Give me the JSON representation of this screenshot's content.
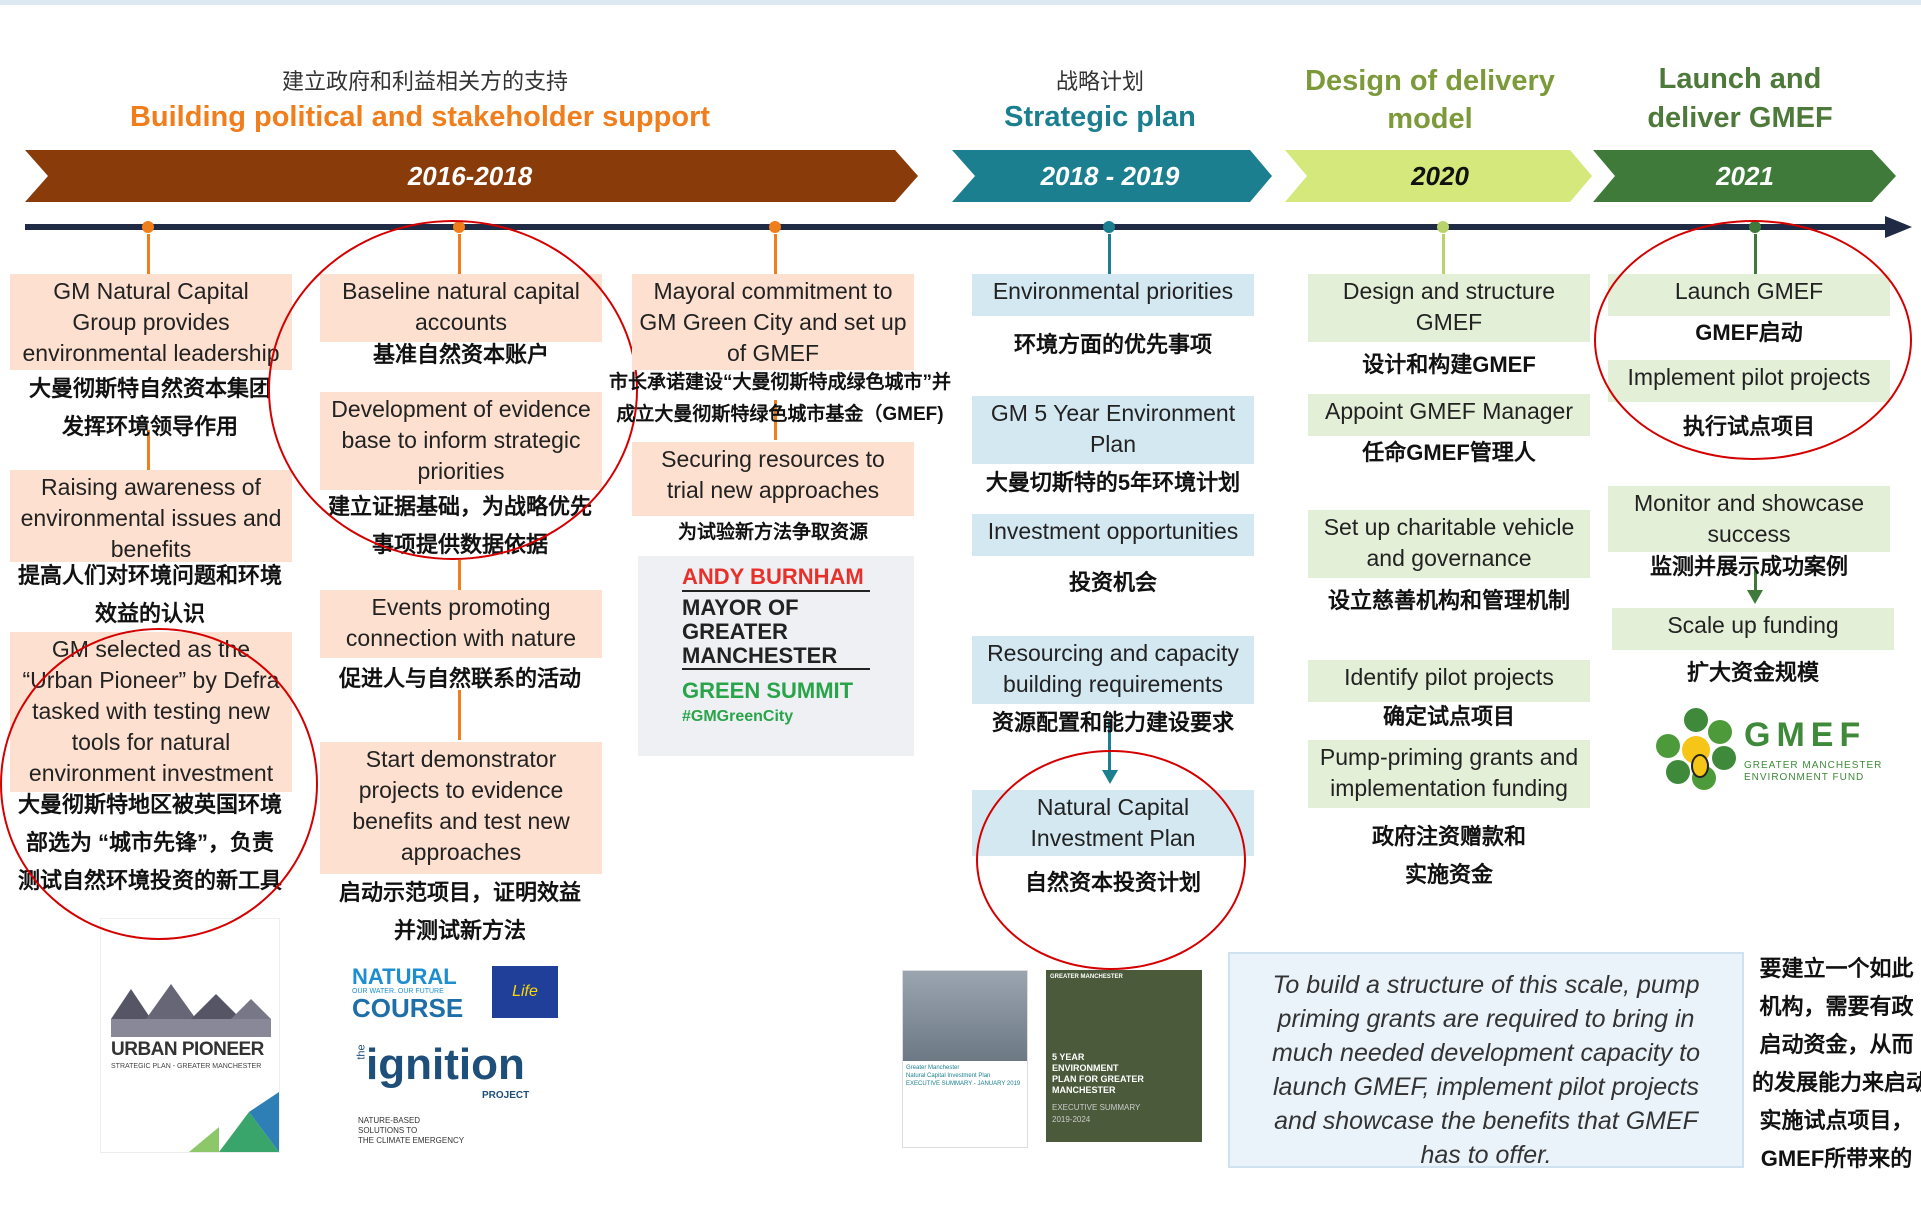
{
  "phases": [
    {
      "cn": "建立政府和利益相关方的支持",
      "en": "Building political and stakeholder support",
      "years": "2016-2018",
      "color": "#f07e1c"
    },
    {
      "cn": "战略计划",
      "en": "Strategic plan",
      "years": "2018 - 2019",
      "color": "#1b7f8f"
    },
    {
      "cn": "",
      "en_line1": "Design of delivery",
      "en_line2": "model",
      "years": "2020",
      "color": "#7d9a3a"
    },
    {
      "cn": "",
      "en_line1": "Launch and",
      "en_line2": "deliver GMEF",
      "years": "2021",
      "color": "#4d7a3a"
    }
  ],
  "col1": {
    "b1": {
      "en1": "GM Natural Capital",
      "en2": "Group provides",
      "en3": "environmental leadership",
      "cn1": "大曼彻斯特自然资本集团",
      "cn2": "发挥环境领导作用"
    },
    "b2": {
      "en1": "Raising awareness of",
      "en2": "environmental issues and",
      "en3": "benefits",
      "cn1": "提高人们对环境问题和环境",
      "cn2": "效益的认识"
    },
    "b3": {
      "en1": "GM selected as the",
      "en2": "“Urban Pioneer” by Defra",
      "en3": "tasked with testing new",
      "en4": "tools for natural",
      "en5": "environment investment",
      "cn1": "大曼彻斯特地区被英国环境",
      "cn2": "部选为 “城市先锋”，负责",
      "cn3": "测试自然环境投资的新工具"
    },
    "logo": {
      "title": "URBAN PIONEER",
      "subtitle": "STRATEGIC PLAN - GREATER MANCHESTER"
    }
  },
  "col2": {
    "b1": {
      "en1": "Baseline natural capital",
      "en2": "accounts",
      "cn1": "基准自然资本账户"
    },
    "b2": {
      "en1": "Development of evidence",
      "en2": "base to inform strategic",
      "en3": "priorities",
      "cn1": "建立证据基础，为战略优先",
      "cn2": "事项提供数据依据"
    },
    "b3": {
      "en1": "Events promoting",
      "en2": "connection with nature",
      "cn1": "促进人与自然联系的活动"
    },
    "b4": {
      "en1": "Start demonstrator",
      "en2": "projects to evidence",
      "en3": "benefits and test new",
      "en4": "approaches",
      "cn1": "启动示范项目，证明效益",
      "cn2": "并测试新方法"
    },
    "logo1": {
      "line1": "NATURAL",
      "line2": "OUR WATER. OUR FUTURE",
      "line3": "COURSE",
      "eu": "Life"
    },
    "logo2": {
      "the": "the",
      "word": "ignition",
      "project": "PROJECT",
      "sub1": "NATURE-BASED",
      "sub2": "SOLUTIONS TO",
      "sub3": "THE CLIMATE EMERGENCY"
    }
  },
  "col3": {
    "b1": {
      "en1": "Mayoral commitment to",
      "en2": "GM Green City and set up",
      "en3": "of GMEF",
      "cn1": "市长承诺建设“大曼彻斯特成绿色城市”并",
      "cn2": "成立大曼彻斯特绿色城市基金（GMEF)"
    },
    "b2": {
      "en1": "Securing resources to",
      "en2": "trial new approaches",
      "cn1": "为试验新方法争取资源"
    },
    "summit": {
      "name": "ANDY BURNHAM",
      "l1": "MAYOR OF",
      "l2": "GREATER",
      "l3": "MANCHESTER",
      "event": "GREEN SUMMIT",
      "tag": "#GMGreenCity"
    }
  },
  "col4": {
    "b1": {
      "en1": "Environmental priorities",
      "cn1": "环境方面的优先事项"
    },
    "b2": {
      "en1": "GM 5 Year Environment",
      "en2": "Plan",
      "cn1": "大曼切斯特的5年环境计划"
    },
    "b3": {
      "en1": "Investment opportunities",
      "cn1": "投资机会"
    },
    "b4": {
      "en1": "Resourcing and capacity",
      "en2": "building requirements",
      "cn1": "资源配置和能力建设要求"
    },
    "b5": {
      "en1": "Natural Capital",
      "en2": "Investment Plan",
      "cn1": "自然资本投资计划"
    },
    "doc1": {
      "t1": "Greater Manchester",
      "t2": "Natural Capital Investment Plan",
      "t3": "EXECUTIVE SUMMARY - JANUARY 2019"
    },
    "doc2": {
      "t0": "GREATER MANCHESTER",
      "t1": "5 YEAR",
      "t2": "ENVIRONMENT",
      "t3": "PLAN FOR GREATER",
      "t4": "MANCHESTER",
      "t5": "EXECUTIVE SUMMARY",
      "t6": "2019-2024"
    }
  },
  "col5": {
    "b1": {
      "en1": "Design and structure",
      "en2": "GMEF",
      "cn1": "设计和构建GMEF"
    },
    "b2": {
      "en1": "Appoint GMEF Manager",
      "cn1": "任命GMEF管理人"
    },
    "b3": {
      "en1": "Set up charitable vehicle",
      "en2": "and governance",
      "cn1": "设立慈善机构和管理机制"
    },
    "b4": {
      "en1": "Identify pilot projects",
      "cn1": "确定试点项目"
    },
    "b5": {
      "en1": "Pump-priming grants and",
      "en2": "implementation funding",
      "cn1": "政府注资赠款和",
      "cn2": "实施资金"
    }
  },
  "col6": {
    "b1": {
      "en1": "Launch GMEF",
      "cn1": "GMEF启动"
    },
    "b2": {
      "en1": "Implement pilot projects",
      "cn1": "执行试点项目"
    },
    "b3": {
      "en1": "Monitor and showcase",
      "en2": "success",
      "cn1": "监测并展示成功案例"
    },
    "b4": {
      "en1": "Scale up funding",
      "cn1": "扩大资金规模"
    },
    "logo": {
      "name": "GMEF",
      "sub1": "GREATER MANCHESTER",
      "sub2": "ENVIRONMENT FUND"
    }
  },
  "note": {
    "l1": "To build a structure of this scale, pump",
    "l2": "priming grants are required to bring in",
    "l3": "much needed development capacity to",
    "l4": "launch GMEF, implement pilot projects",
    "l5": "and showcase the benefits that GMEF",
    "l6": "has to offer."
  },
  "cnnote": {
    "l1": "要建立一个如此",
    "l2": "机构，需要有政",
    "l3": "启动资金，从而",
    "l4": "的发展能力来启动",
    "l5": "实施试点项目，",
    "l6": "GMEF所带来的"
  },
  "colors": {
    "peach": "#fde0cf",
    "blue": "#d4e8f2",
    "green": "#e4efd8",
    "brown": "#8a3b0a",
    "teal": "#1b7f8f",
    "lime": "#d4e87c",
    "darkgreen": "#3f7a3a",
    "timeline": "#1f2a44",
    "circle": "#d40000"
  }
}
